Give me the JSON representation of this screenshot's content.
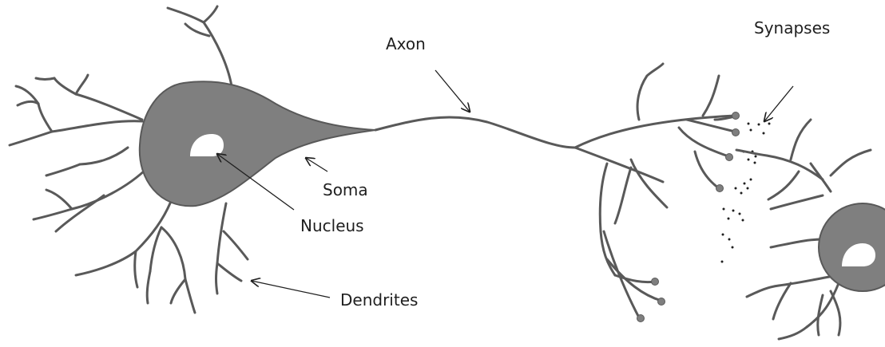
{
  "diagram": {
    "labels": {
      "axon": "Axon",
      "synapses": "Synapses",
      "soma": "Soma",
      "nucleus": "Nucleus",
      "dendrites": "Dendrites"
    },
    "colors": {
      "cell_fill": "#7f7f7f",
      "line": "#595959",
      "nucleus_fill": "#ffffff",
      "text": "#1f1f1f"
    }
  }
}
